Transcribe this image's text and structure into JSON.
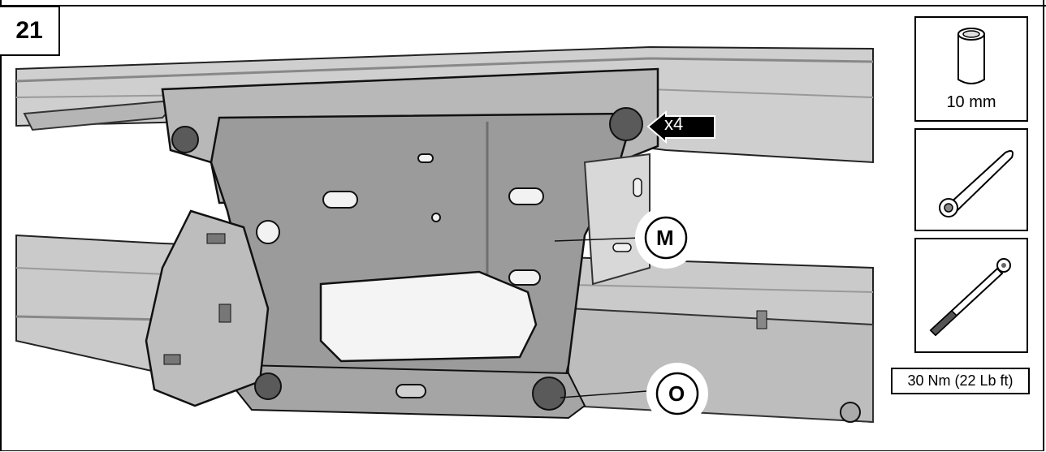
{
  "step": {
    "number": "21"
  },
  "callouts": {
    "quantity": "x4",
    "part_m": "M",
    "part_o": "O"
  },
  "tools": {
    "socket_size": "10 mm",
    "torque": "30 Nm (22 Lb ft)"
  },
  "colors": {
    "frame_gray": "#c9c9c9",
    "bracket_gray": "#9a9a9a",
    "bolt_dark": "#5a5a5a",
    "outline": "#000000"
  },
  "icons": [
    "socket-icon",
    "ratchet-icon",
    "torque-wrench-icon"
  ]
}
